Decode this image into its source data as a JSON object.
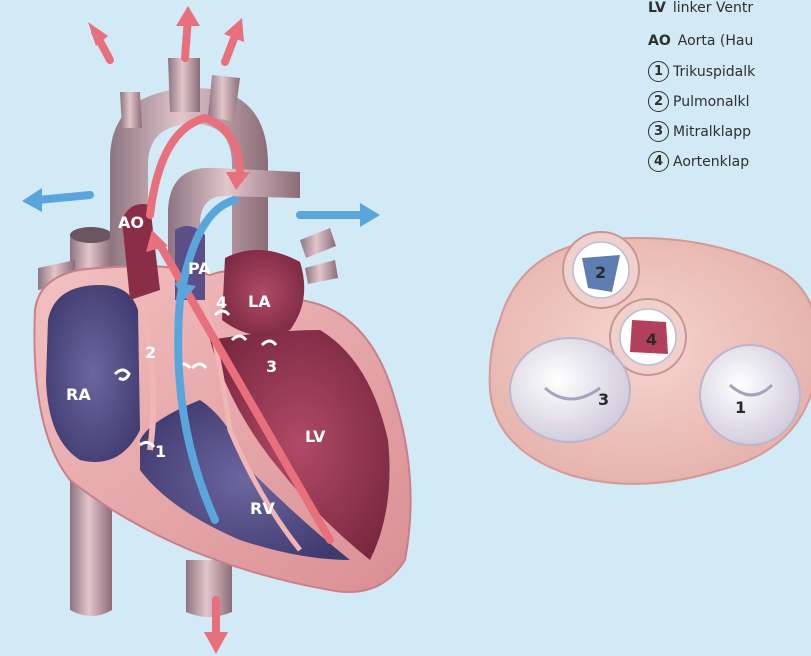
{
  "heart_labels": {
    "ao": "AO",
    "pa": "PA",
    "la": "LA",
    "ra": "RA",
    "rv": "RV",
    "lv": "LV",
    "valve1": "1",
    "valve2": "2",
    "valve3": "3",
    "valve4": "4"
  },
  "valve_view_labels": {
    "v1": "1",
    "v2": "2",
    "v3": "3",
    "v4": "4"
  },
  "legend": [
    {
      "key": "LV",
      "text": "linker Ventr",
      "style": "abbr"
    },
    {
      "key": "AO",
      "text": "Aorta (Hau",
      "style": "abbr"
    },
    {
      "key": "1",
      "text": "Trikuspidalk",
      "style": "num"
    },
    {
      "key": "2",
      "text": "Pulmonalkl",
      "style": "num"
    },
    {
      "key": "3",
      "text": "Mitralklapp",
      "style": "num"
    },
    {
      "key": "4",
      "text": "Aortenklap",
      "style": "num"
    }
  ],
  "colors": {
    "background": "#d2e9f6",
    "oxygenated_arrow": "#e8707c",
    "deoxygenated_arrow": "#5aa6dc",
    "heart_wall": "#eaa9ab",
    "right_chamber": "#5b5388",
    "left_chamber": "#9a3550"
  }
}
